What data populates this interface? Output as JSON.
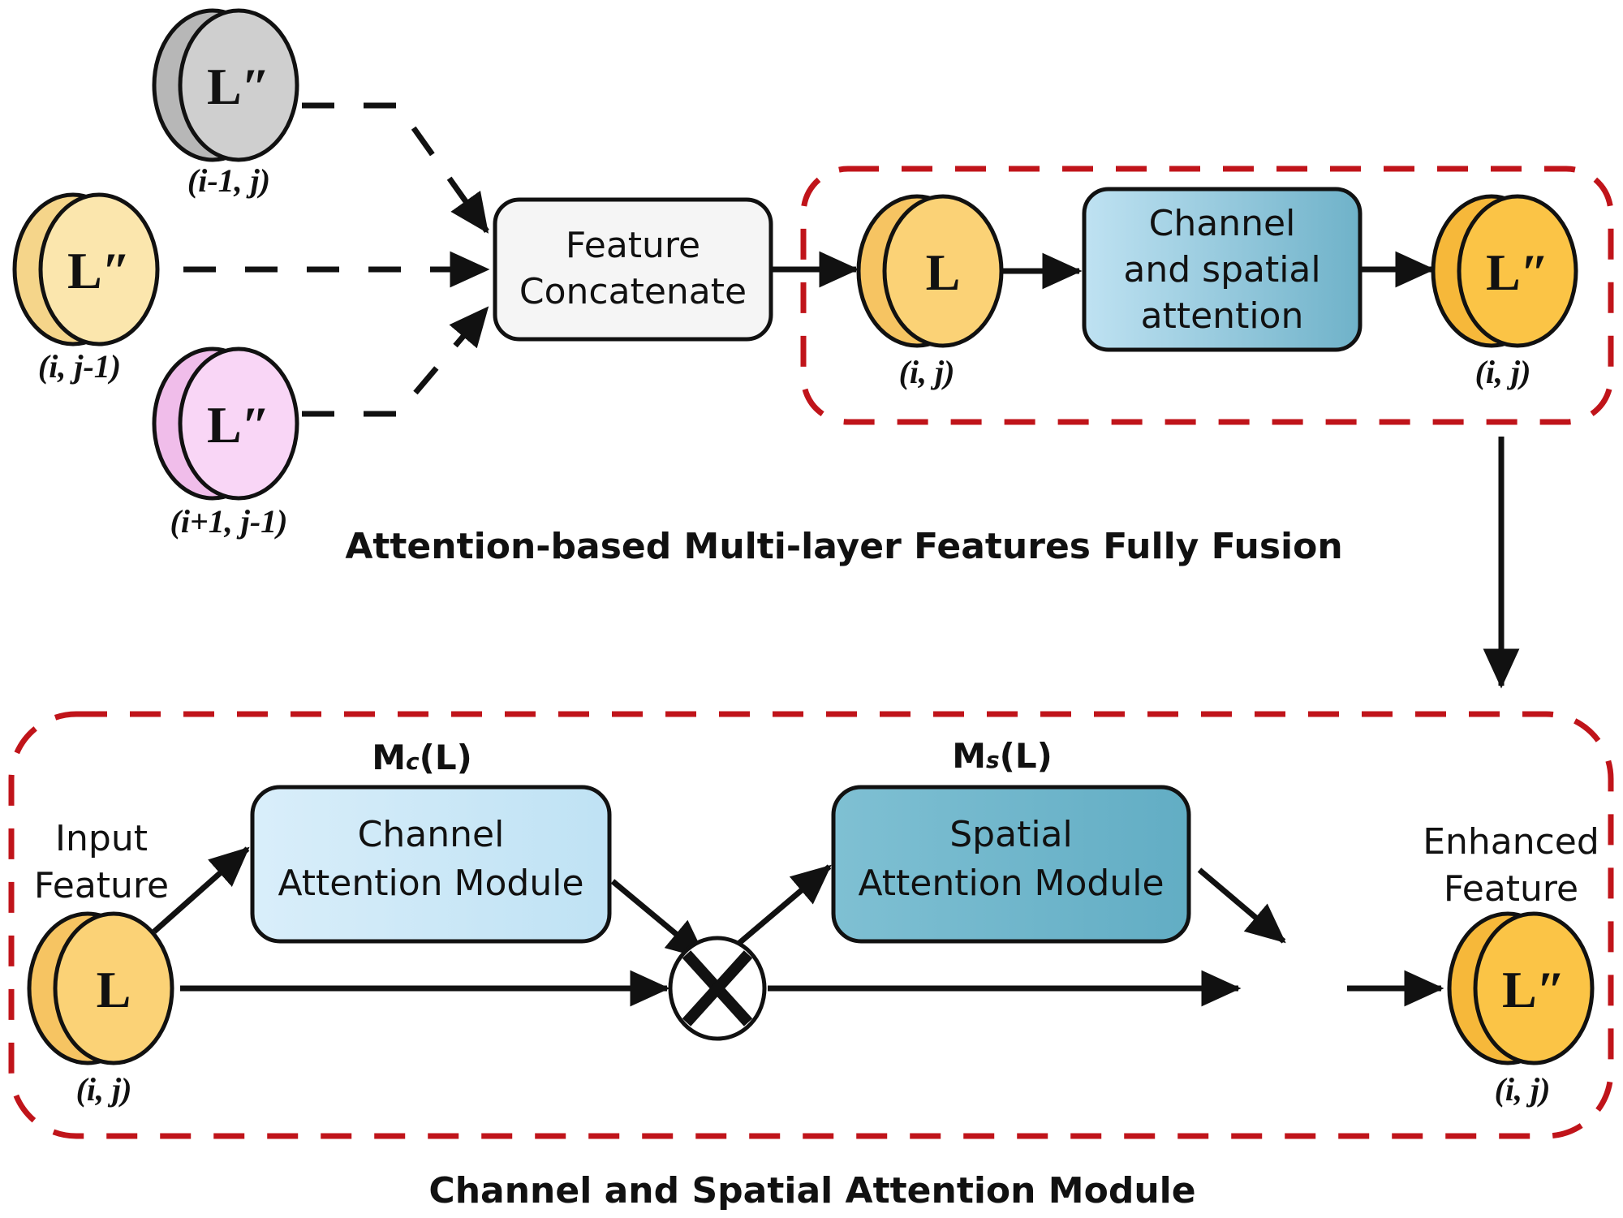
{
  "colors": {
    "gray_disk": "#c9c9c9",
    "yellow_light_disk": "#fbe3a3",
    "pink_disk": "#f7cdf3",
    "yellow_disk": "#fbcf6a",
    "orange_disk": "#fbc14a",
    "concat_box": "#f4f4f4",
    "channel_box_light": "#cce8f7",
    "spatial_box": "#6fb6cc",
    "attention_box_top": "#8cc7da",
    "dashed_border": "#c0141a",
    "stroke": "#111111"
  },
  "top": {
    "title": "Attention-based Multi-layer Features Fully Fusion",
    "inputs": [
      {
        "label": "L″",
        "coord_pre": "(",
        "coord_i": "i",
        "coord_mid": "-1,  ",
        "coord_j": "j",
        "coord_post": ")",
        "coord": "(i-1, j)"
      },
      {
        "label": "L″",
        "coord": "(i, j-1)"
      },
      {
        "label": "L″",
        "coord": "(i+1, j-1)"
      }
    ],
    "concat_box": {
      "line1": "Feature",
      "line2": "Concatenate"
    },
    "fused": {
      "label": "L",
      "coord": "(i, j)"
    },
    "attention_box": {
      "line1": "Channel",
      "line2": "and spatial",
      "line3": "attention"
    },
    "output": {
      "label": "L″",
      "coord": "(i, j)"
    }
  },
  "bottom": {
    "title": "Channel and Spatial Attention Module",
    "input_label": {
      "line1": "Input",
      "line2": "Feature"
    },
    "input": {
      "label": "L",
      "coord": "(i, j)"
    },
    "mc_label": {
      "main": "M",
      "sub": "c",
      "arg": "(L)"
    },
    "ms_label": {
      "main": "M",
      "sub": "s",
      "arg": "(L)"
    },
    "channel_box": {
      "line1": "Channel",
      "line2": "Attention Module"
    },
    "spatial_box": {
      "line1": "Spatial",
      "line2": "Attention Module"
    },
    "multiply_symbol": "⊗",
    "output_label": {
      "line1": "Enhanced",
      "line2": "Feature"
    },
    "output": {
      "label": "L″",
      "coord": "(i, j)"
    }
  }
}
